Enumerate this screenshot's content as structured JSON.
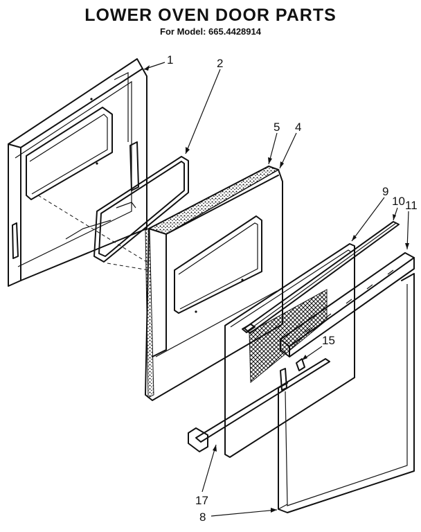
{
  "header": {
    "title": "LOWER OVEN DOOR PARTS",
    "subtitle": "For Model: 665.4428914"
  },
  "callouts": [
    {
      "id": "1",
      "label": "1"
    },
    {
      "id": "2",
      "label": "2"
    },
    {
      "id": "5",
      "label": "5"
    },
    {
      "id": "4",
      "label": "4"
    },
    {
      "id": "9",
      "label": "9"
    },
    {
      "id": "10",
      "label": "10"
    },
    {
      "id": "11",
      "label": "11"
    },
    {
      "id": "15",
      "label": "15"
    },
    {
      "id": "17",
      "label": "17"
    },
    {
      "id": "8",
      "label": "8"
    }
  ]
}
